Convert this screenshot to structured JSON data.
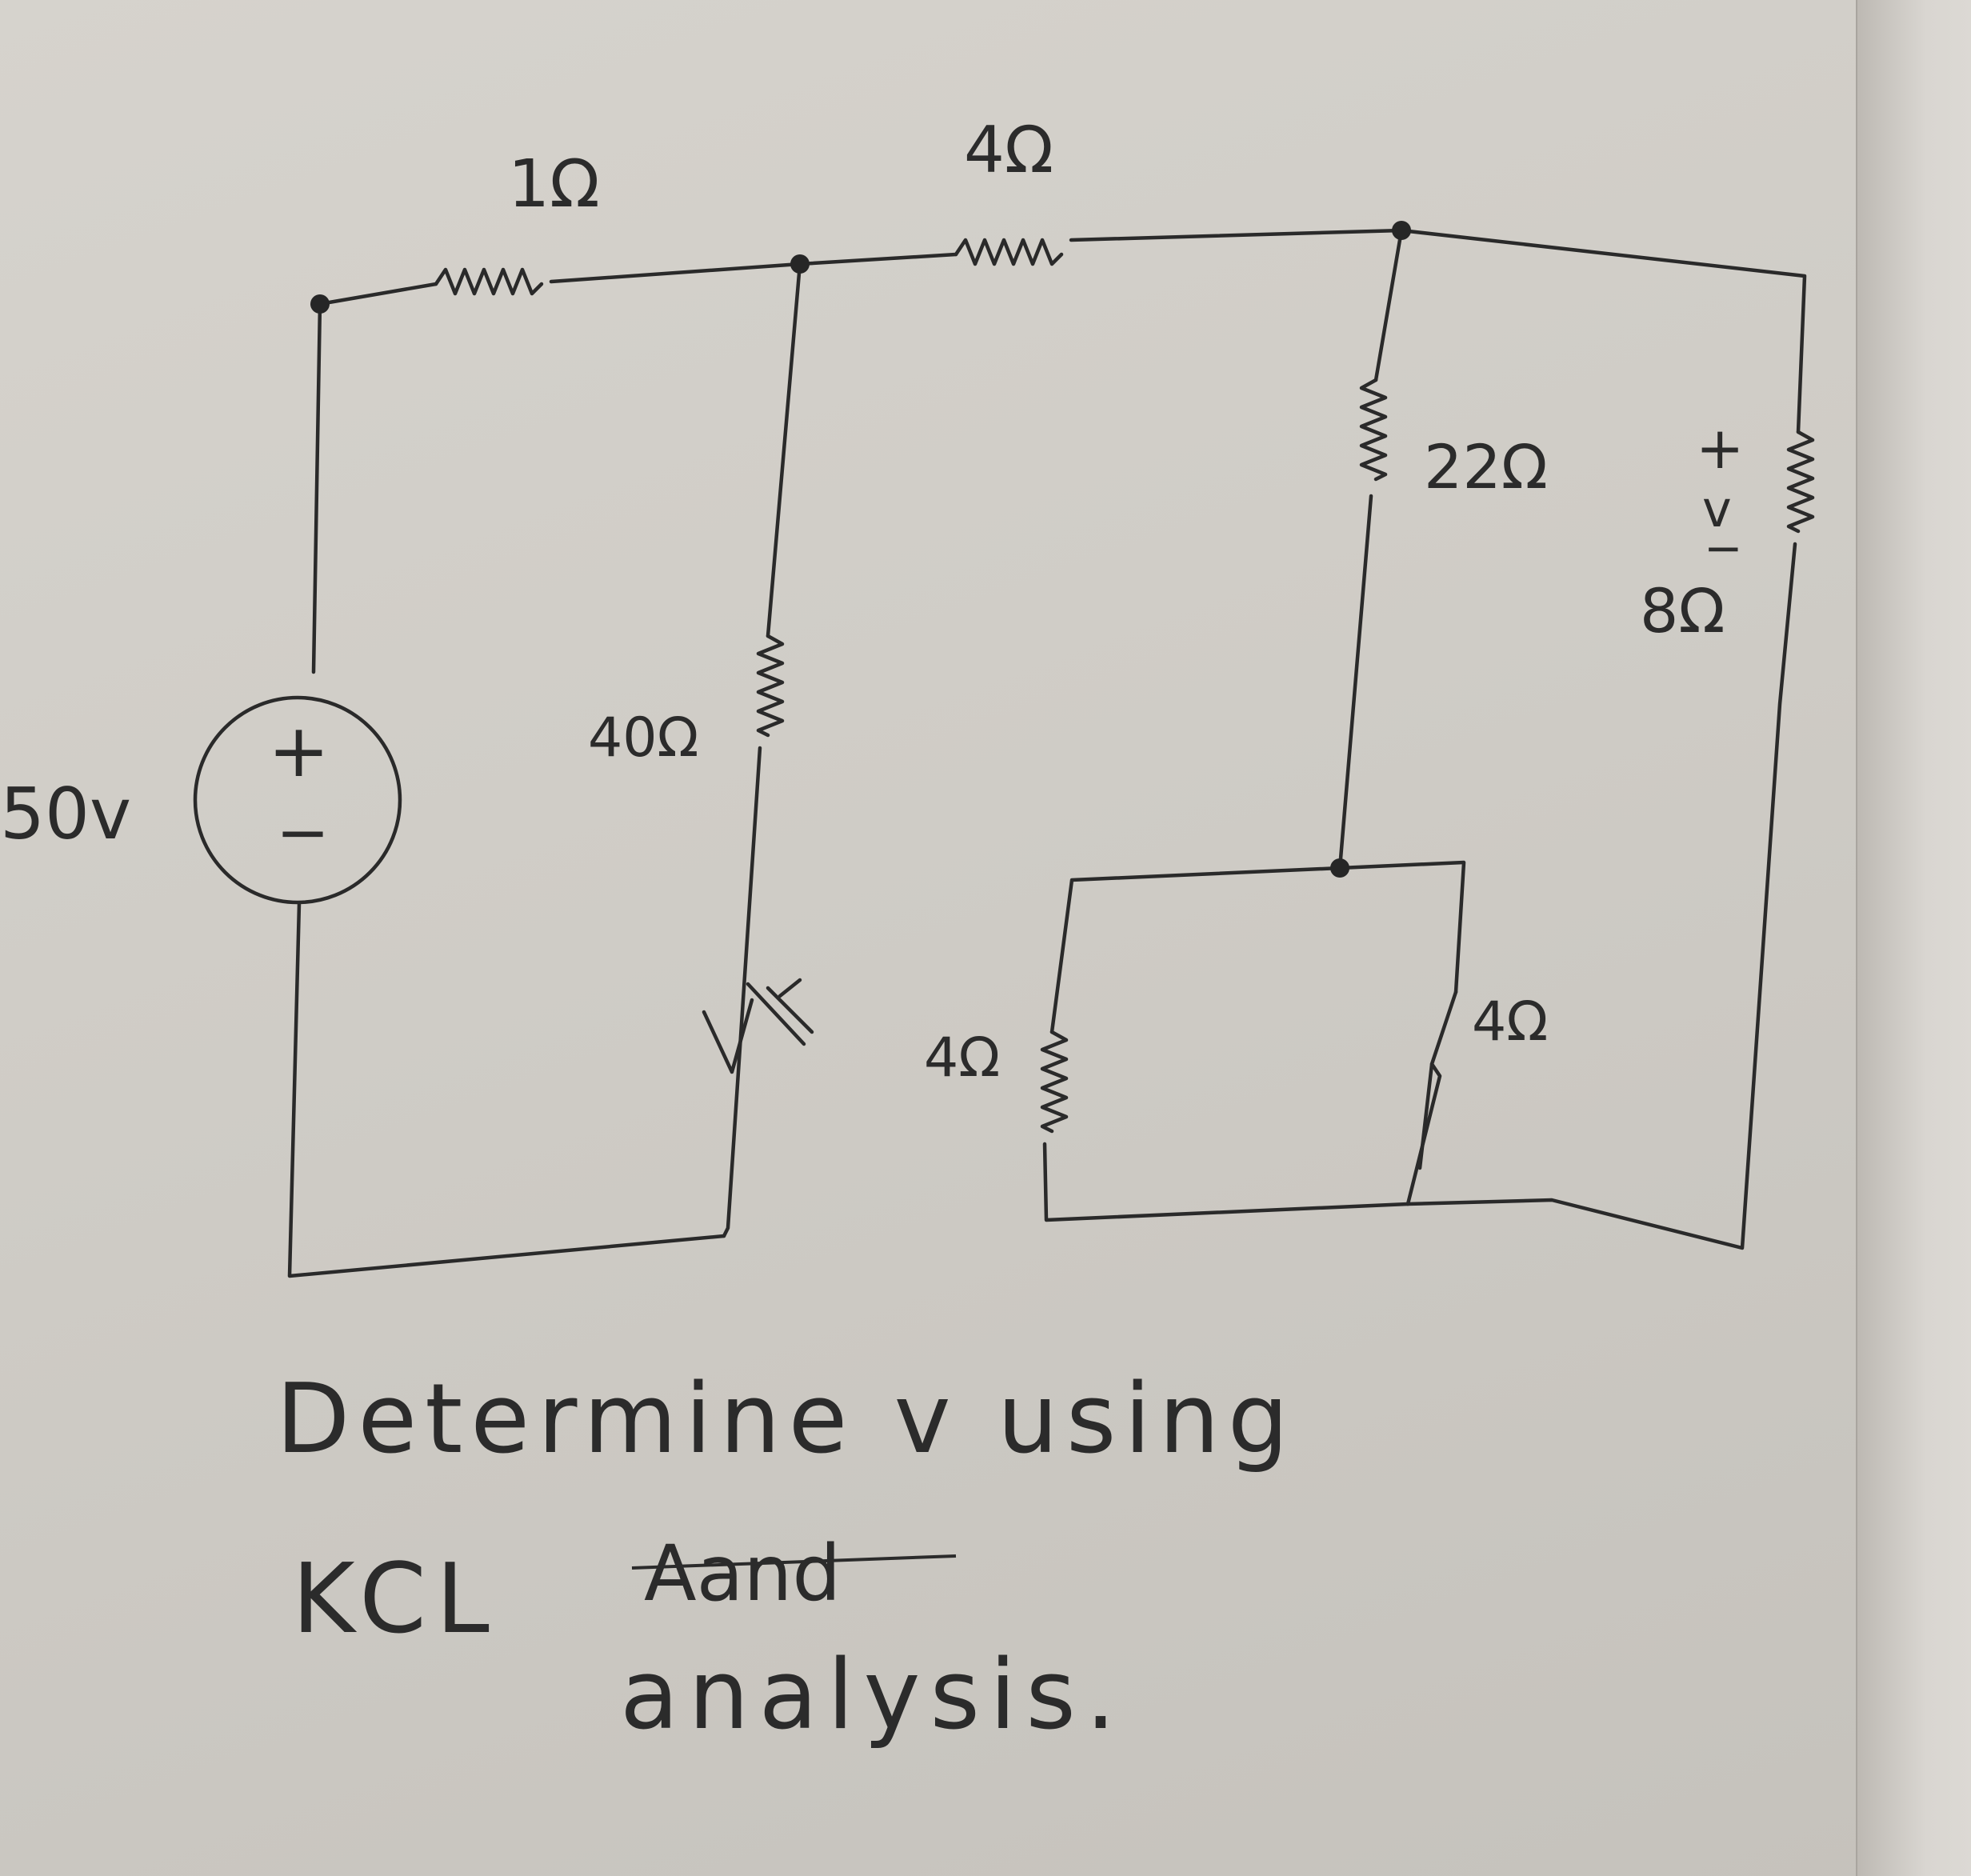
{
  "source": {
    "label": "50v",
    "plus": "+",
    "minus": "−"
  },
  "resistors": {
    "r_top_left": "1Ω",
    "r_top_mid": "4Ω",
    "r_vertical_left": "40Ω",
    "r_vertical_right": "22Ω",
    "r_output": "8Ω",
    "r_bottom_left": "4Ω",
    "r_bottom_right": "4Ω"
  },
  "output_voltage": {
    "plus": "+",
    "label": "v",
    "minus": "−"
  },
  "question": {
    "line1": "Determine v using",
    "line2_kcl": "KCL",
    "line2_struck": "Aand",
    "line3": "analysis."
  }
}
